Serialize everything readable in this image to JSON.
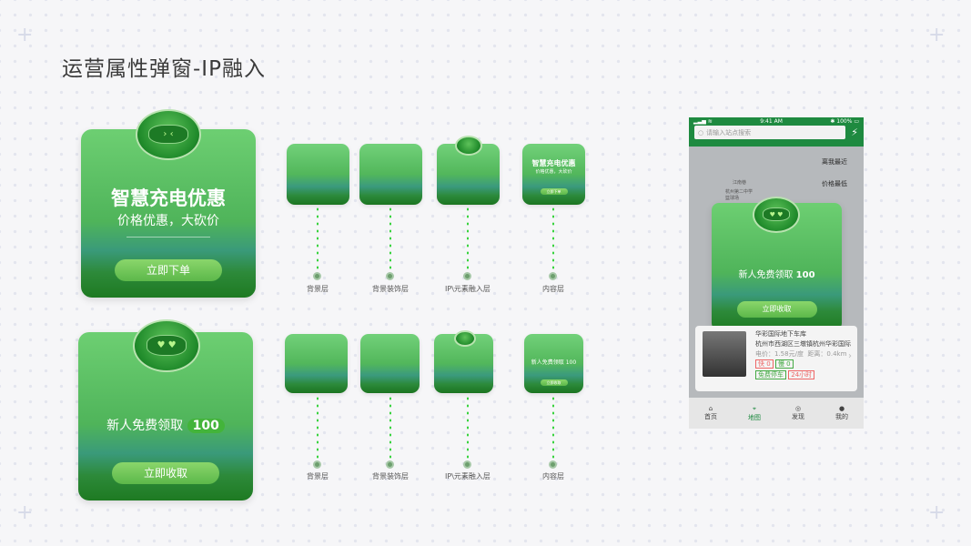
{
  "title": "运营属性弹窗-IP融入",
  "card1": {
    "title": "智慧充电优惠",
    "subtitle": "价格优惠，大砍价",
    "button": "立即下单"
  },
  "card2": {
    "title": "新人免费领取",
    "amount": "100",
    "button": "立即收取"
  },
  "layers": [
    "背景层",
    "背景装饰层",
    "IP\\元素融入层",
    "内容层"
  ],
  "mini1": {
    "title": "智慧充电优惠",
    "subtitle": "价格优惠，大砍价",
    "button": "立即下单"
  },
  "mini2": {
    "title": "新人免费领取",
    "amount": "100",
    "button": "立即收取"
  },
  "phone": {
    "status": {
      "time": "9:41 AM",
      "battery": "100%"
    },
    "search_placeholder": "请输入站点搜索",
    "filters": [
      "离我最近",
      "价格最低"
    ],
    "map_labels": [
      "江南巷",
      "杭州第二中学篮球场"
    ],
    "popup": {
      "title": "新人免费领取",
      "amount": "100",
      "button": "立即收取"
    },
    "station": {
      "name": "华彩国际地下车库",
      "address": "杭州市西湖区三墩镇杭州华彩国际",
      "price": "电价：1.58元/度",
      "distance": "距离：0.4km",
      "fast_label": "快",
      "fast_count": "0",
      "slow_label": "慢",
      "slow_count": "0",
      "tag_free": "免费停车",
      "tag_24h": "24小时"
    },
    "tabs": [
      "首页",
      "地图",
      "发现",
      "我的"
    ]
  },
  "colors": {
    "accent": "#1e8a40",
    "card_green": "#4fb45a"
  }
}
